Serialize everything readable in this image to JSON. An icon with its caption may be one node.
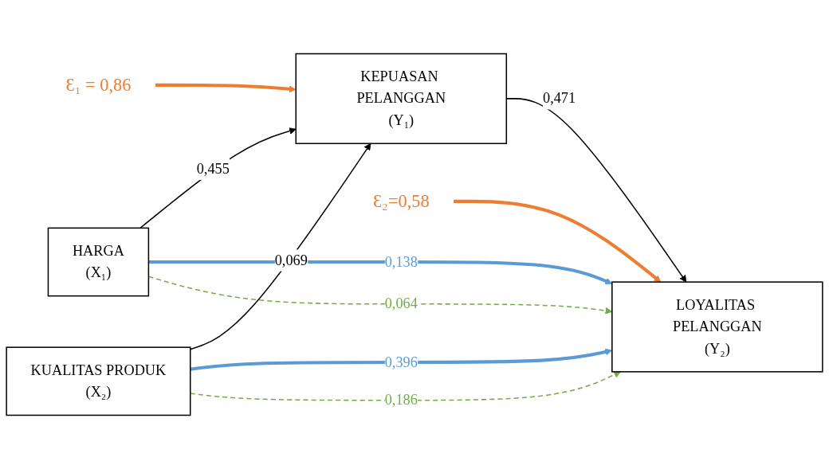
{
  "diagram": {
    "nodes": [
      {
        "text": [
          "HARGA",
          "(X₁)"
        ]
      },
      {
        "text": [
          "KUALITAS PRODUK",
          "(X₂)"
        ]
      },
      {
        "text": [
          "KEPUASAN PELANGGAN",
          "(Y₁)"
        ]
      },
      {
        "text": [
          "LOYALITAS PELANGGAN",
          "(Y₂)"
        ]
      },
      {
        "text": [
          "Ɛ₁ = 0,86"
        ]
      },
      {
        "text": [
          "Ɛ₂=0,58"
        ]
      }
    ],
    "edges": [
      {
        "from": 0,
        "to": 2,
        "arrow": "to",
        "label": "0,455"
      },
      {
        "from": 1,
        "to": 2,
        "arrow": "to",
        "label": "0,069"
      },
      {
        "from": 2,
        "to": 3,
        "arrow": "to",
        "label": "0,471"
      },
      {
        "from": 0,
        "to": 3,
        "arrow": "to",
        "label": "0,138",
        "style": "thick",
        "color": "#5b9bd5"
      },
      {
        "from": 1,
        "to": 3,
        "arrow": "to",
        "label": "0,396",
        "style": "thick",
        "color": "#5b9bd5"
      },
      {
        "from": 4,
        "to": 2,
        "arrow": "to",
        "style": "thick",
        "color": "#ed7d31"
      },
      {
        "from": 5,
        "to": 3,
        "arrow": "to",
        "style": "thick",
        "color": "#ed7d31"
      },
      {
        "from": 0,
        "to": 3,
        "arrow": "to",
        "label": "0,064",
        "style": "dashed",
        "color": "#70ad47"
      },
      {
        "from": 1,
        "to": 3,
        "arrow": "to",
        "label": "0,186",
        "style": "dashed",
        "color": "#70ad47"
      }
    ]
  }
}
